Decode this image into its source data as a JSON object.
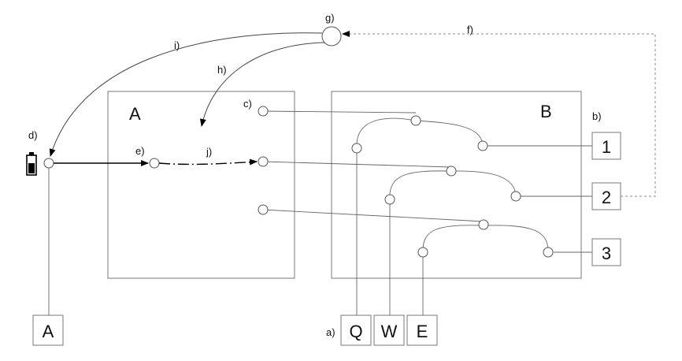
{
  "blocks": {
    "a_title": "A",
    "b_title": "B"
  },
  "labels": {
    "a": "a)",
    "b": "b)",
    "c": "c)",
    "d": "d)",
    "e": "e)",
    "f": "f)",
    "g": "g)",
    "h": "h)",
    "i": "i)",
    "j": "j)"
  },
  "outputs": [
    "1",
    "2",
    "3"
  ],
  "inputs": [
    "Q",
    "W",
    "E"
  ],
  "bottom_left": "A",
  "icons": {
    "battery": "battery-icon"
  },
  "colors": {
    "stroke": "#666666",
    "arrow": "#000000",
    "battery": "#000000"
  }
}
